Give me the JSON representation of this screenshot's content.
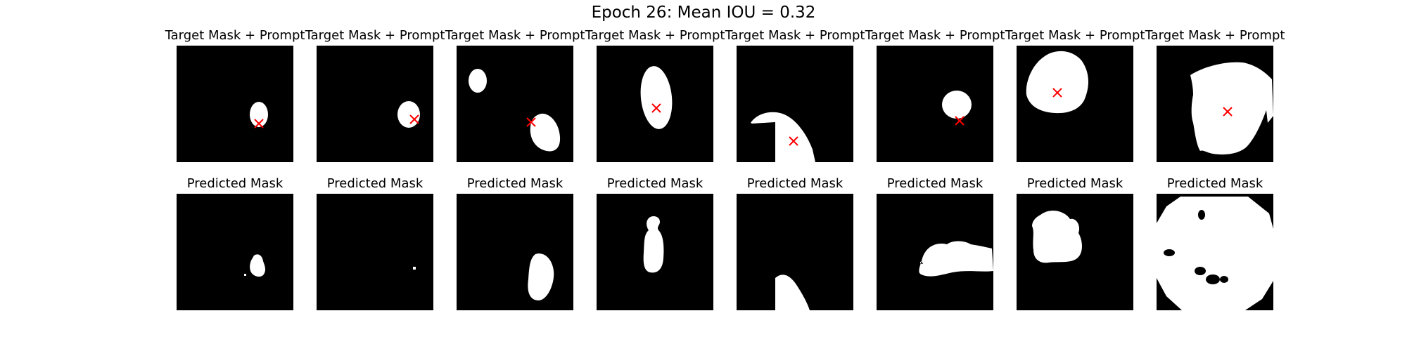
{
  "figure": {
    "suptitle": "Epoch 26: Mean IOU = 0.32",
    "top_row_title": "Target Mask + Prompt",
    "bottom_row_title": "Predicted Mask"
  },
  "colors": {
    "background": "#000000",
    "mask": "#ffffff",
    "prompt_marker": "#ff0000"
  },
  "legend_notes": {
    "prompt_marker": "x-marker"
  }
}
